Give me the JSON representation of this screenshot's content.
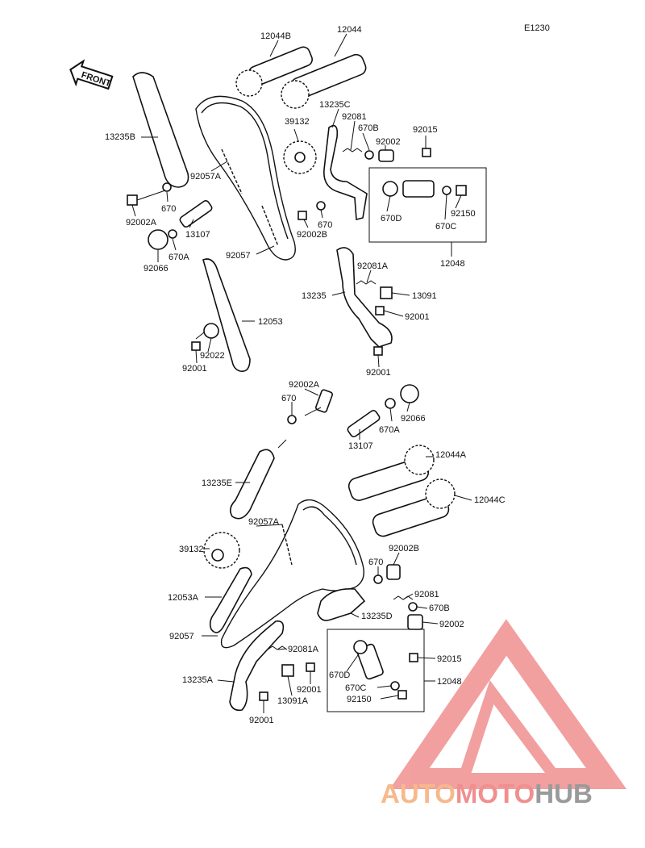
{
  "diagram": {
    "code": "E1230",
    "front_label": "FRONT",
    "labels": {
      "p12044B": "12044B",
      "p12044": "12044",
      "p13235B": "13235B",
      "p13235C": "13235C",
      "p92081_top": "92081",
      "p670B_top": "670B",
      "p92015_top": "92015",
      "p39132_top": "39132",
      "p92002_top": "92002",
      "p92057A_top": "92057A",
      "p670_top_left": "670",
      "p92002A_top": "92002A",
      "p13107_top": "13107",
      "p670A_top": "670A",
      "p92066_top": "92066",
      "p92057_top": "92057",
      "p670_top_mid": "670",
      "p92002B_top": "92002B",
      "p670D_top": "670D",
      "p92150_top": "92150",
      "p670C_top": "670C",
      "p12048_top": "12048",
      "p92081A_top": "92081A",
      "p13235": "13235",
      "p13091": "13091",
      "p92001_top_right": "92001",
      "p12053": "12053",
      "p92022": "92022",
      "p92001_top_left": "92001",
      "p92001_top_right2": "92001",
      "p92002A_bot": "92002A",
      "p670_bot": "670",
      "p92066_bot": "92066",
      "p670A_bot": "670A",
      "p13107_bot": "13107",
      "p12044A": "12044A",
      "p13235E": "13235E",
      "p12044C": "12044C",
      "p92057A_bot": "92057A",
      "p92002B_bot": "92002B",
      "p39132_bot": "39132",
      "p670_bot2": "670",
      "p92081_bot": "92081",
      "p12053A": "12053A",
      "p670B_bot": "670B",
      "p13235D": "13235D",
      "p92002_bot": "92002",
      "p92057_bot": "92057",
      "p92081A_bot": "92081A",
      "p92015_bot": "92015",
      "p670D_bot": "670D",
      "p12048_bot": "12048",
      "p13235A": "13235A",
      "p92001_bot_mid": "92001",
      "p670C_bot": "670C",
      "p13091A": "13091A",
      "p92150_bot": "92150",
      "p92001_bot_left": "92001"
    }
  },
  "watermark": {
    "brand_part1": "AUTO",
    "brand_part2": "MOTO",
    "brand_part3": "HUB",
    "color_orange": "#f6b98c",
    "color_red": "#f08f8f",
    "color_gray": "#9a9a9a"
  }
}
